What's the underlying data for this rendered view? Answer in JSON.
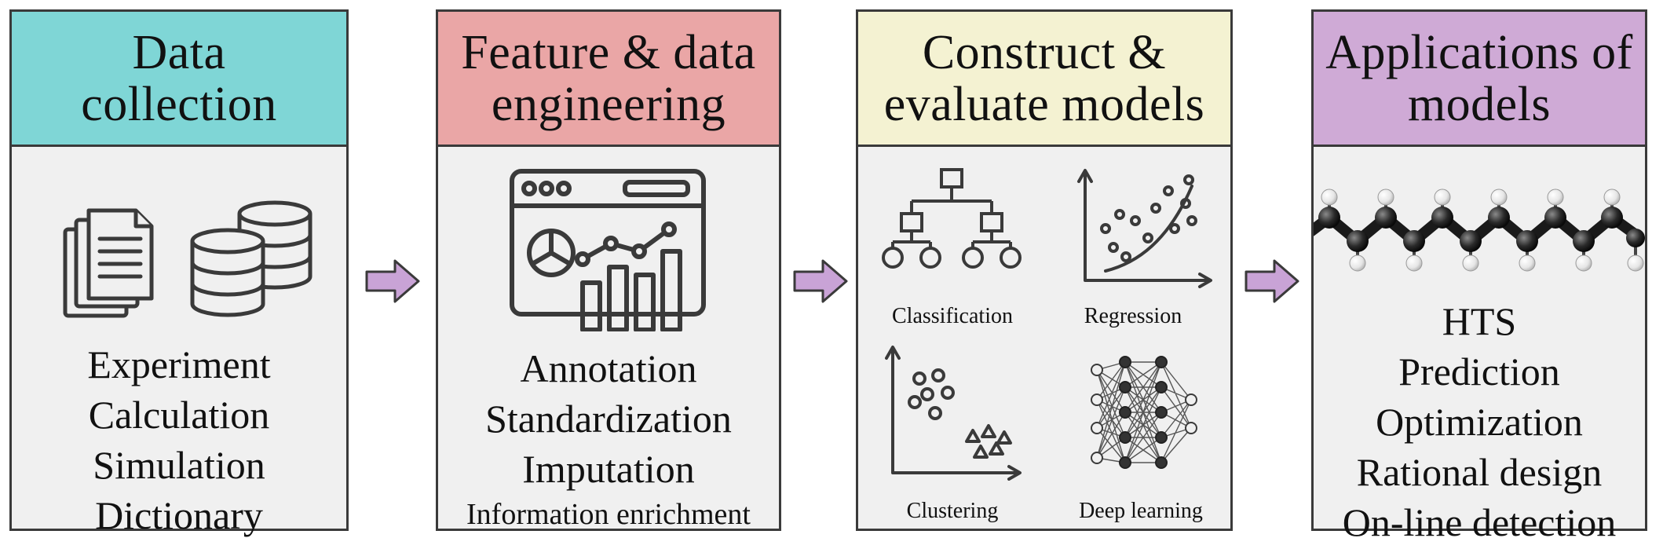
{
  "colors": {
    "panel1_header": "#7fd6d6",
    "panel2_header": "#eaa6a6",
    "panel3_header": "#f4f2d2",
    "panel4_header": "#cfaad6",
    "arrow": "#c9a3d6",
    "panel_bg": "#f0f0f0",
    "border": "#3a3a3a"
  },
  "panels": [
    {
      "title": "Data\ncollection",
      "icons": [
        "document-stack-icon",
        "database-icon"
      ],
      "items": [
        "Experiment",
        "Calculation",
        "Simulation",
        "Dictionary"
      ]
    },
    {
      "title": "Feature & data\nengineering",
      "icons": [
        "analytics-dashboard-icon"
      ],
      "items": [
        "Annotation",
        "Standardization",
        "Imputation",
        "Information enrichment"
      ]
    },
    {
      "title": "Construct &\nevaluate models",
      "icons": [
        "classification-tree-icon",
        "regression-plot-icon",
        "clustering-plot-icon",
        "neural-network-icon"
      ],
      "subpanels": [
        "Classification",
        "Regression",
        "Clustering",
        "Deep learning"
      ]
    },
    {
      "title": "Applications of\nmodels",
      "icons": [
        "molecule-chain-icon"
      ],
      "items": [
        "HTS",
        "Prediction",
        "Optimization",
        "Rational design",
        "On-line detection"
      ]
    }
  ]
}
